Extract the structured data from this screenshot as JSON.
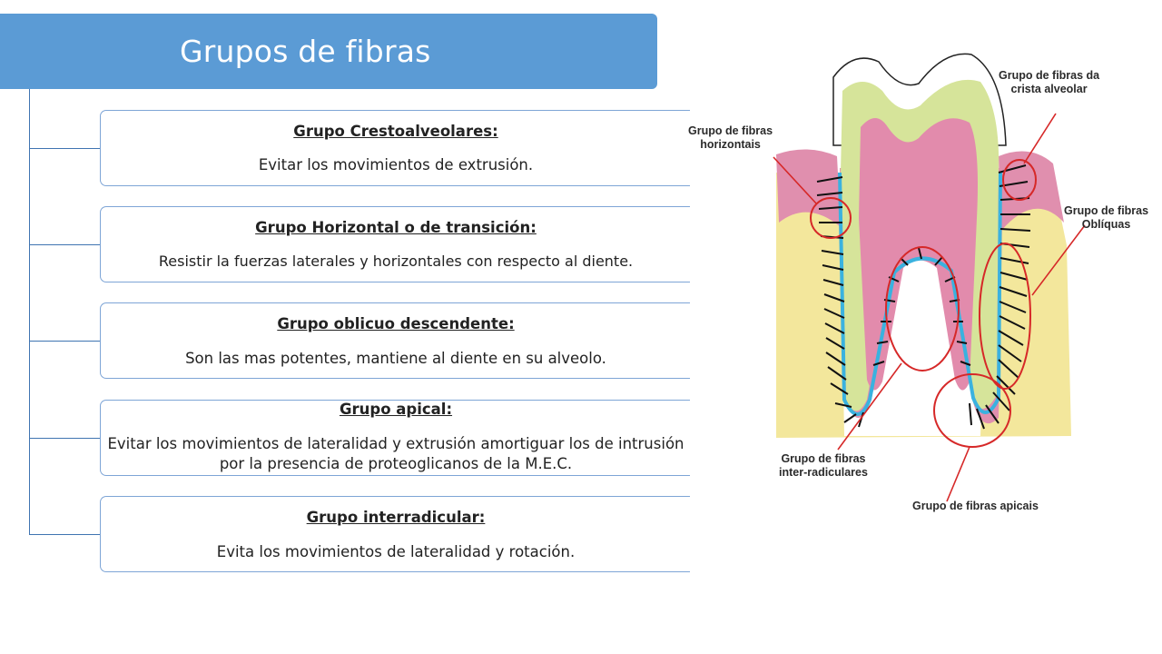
{
  "colors": {
    "title_bar": "#5b9bd5",
    "tree_line": "#3f74b1",
    "card_border": "#7ea5d6",
    "gum": "#e08fae",
    "bone": "#f3e79c",
    "dentin": "#d6e49a",
    "pulp": "#e28bac",
    "ligament": "#3ab2df",
    "circle": "#d62828"
  },
  "slide": {
    "title": "Grupos de fibras"
  },
  "groups": [
    {
      "title": "Grupo Crestoalveolares:",
      "text": "Evitar los movimientos de extrusión."
    },
    {
      "title": "Grupo Horizontal o de transición:",
      "text": "Resistir la fuerzas laterales y horizontales con respecto al diente."
    },
    {
      "title": "Grupo oblicuo descendente:",
      "text": "Son las mas potentes, mantiene al diente en su alveolo."
    },
    {
      "title": "Grupo apical:",
      "text": "Evitar los movimientos de lateralidad y extrusión  amortiguar los de intrusión por la presencia de proteoglicanos de la M.E.C."
    },
    {
      "title": "Grupo interradicular:",
      "text": "Evita los movimientos de lateralidad y rotación."
    }
  ],
  "figure": {
    "labels": {
      "crista": "Grupo de fibras da\ncrista alveolar",
      "horizontais": "Grupo de fibras\nhorizontais",
      "obliquas": "Grupo de fibras\nOblíquas",
      "interradiculares": "Grupo de fibras\ninter-radiculares",
      "apicais": "Grupo de fibras apicais"
    }
  }
}
